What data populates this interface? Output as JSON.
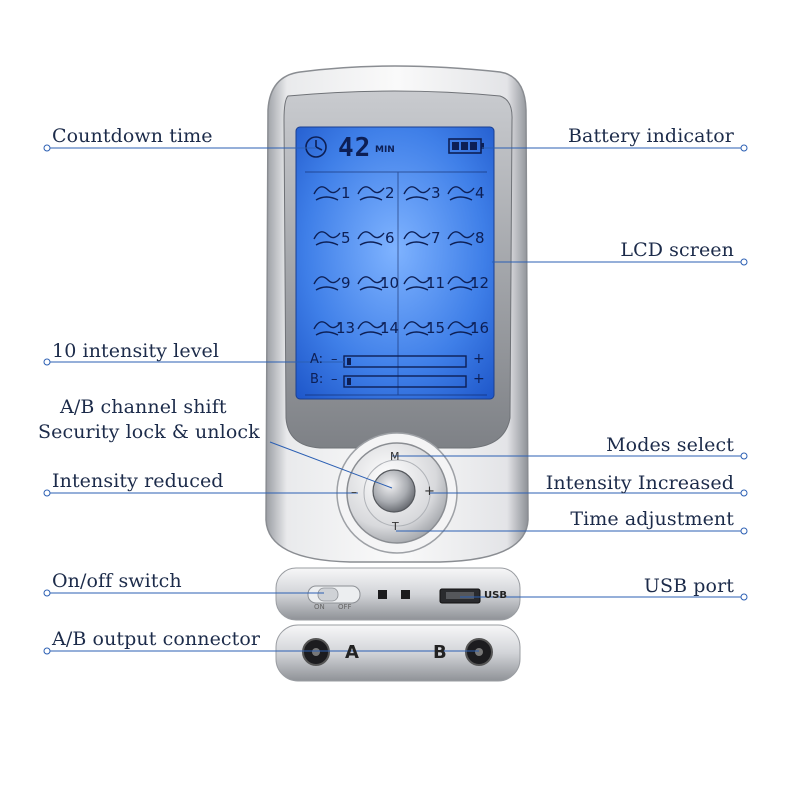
{
  "labels": {
    "countdown_time": "Countdown time",
    "battery_indicator": "Battery indicator",
    "lcd_screen": "LCD screen",
    "intensity_level": "10 intensity level",
    "ab_channel_shift": "A/B channel shift",
    "security_lock": "Security lock & unlock",
    "modes_select": "Modes select",
    "intensity_reduced": "Intensity reduced",
    "intensity_increased": "Intensity Increased",
    "time_adjustment": "Time adjustment",
    "on_off_switch": "On/off switch",
    "usb_port": "USB port",
    "ab_output_connector": "A/B output connector"
  },
  "lcd": {
    "minutes": "42",
    "min_unit": "MIN",
    "modes": [
      "1",
      "2",
      "3",
      "4",
      "5",
      "6",
      "7",
      "8",
      "9",
      "10",
      "11",
      "12",
      "13",
      "14",
      "15",
      "16"
    ],
    "channel_a": "A:",
    "channel_b": "B:",
    "minus": "–",
    "plus": "+"
  },
  "buttons": {
    "mode": "M",
    "time": "T",
    "minus": "–",
    "plus": "+"
  },
  "bottom": {
    "switch_on": "ON",
    "switch_off": "OFF",
    "usb": "USB",
    "port_a": "A",
    "port_b": "B"
  },
  "colors": {
    "lcd_blue": "#3f7fe8",
    "line_blue": "#2b5fb3",
    "label_text": "#1c2b4a"
  },
  "icons": [
    "clock-icon",
    "battery-icon",
    "mode-massage-icon",
    "power-switch-icon",
    "usb-port-icon",
    "jack-port-icon"
  ]
}
